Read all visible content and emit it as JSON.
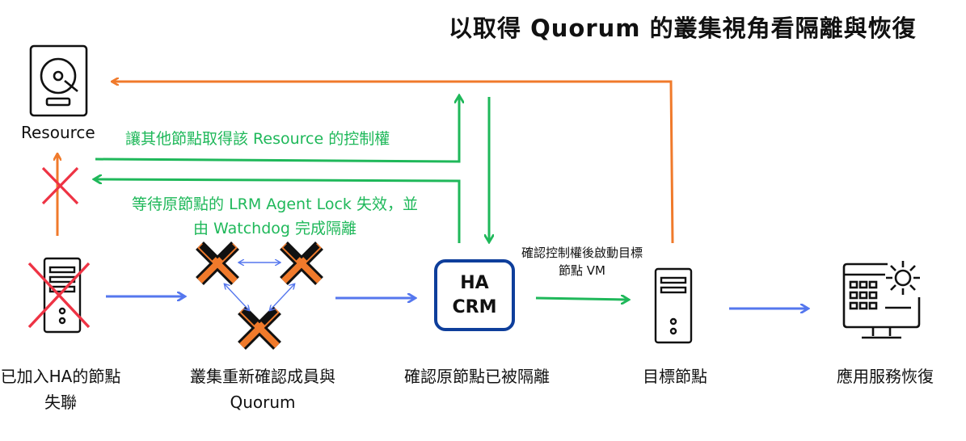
{
  "title": "以取得 Quorum 的叢集視角看隔離與恢復",
  "resource_label": "Resource",
  "msg_transfer_control": "讓其他節點取得該 Resource 的控制權",
  "msg_wait_lock": "等待原節點的 LRM Agent Lock 失效，並由 Watchdog 完成隔離",
  "msg_confirm_start": "確認控制權後啟動目標節點 VM",
  "crm": {
    "line1": "HA",
    "line2": "CRM"
  },
  "stages": [
    "已加入HA的節點失聯",
    "叢集重新確認成員與 Quorum",
    "確認原節點已被隔離",
    "目標節點",
    "應用服務恢復"
  ],
  "colors": {
    "orange": "#f07a2b",
    "green": "#1fb85a",
    "blue": "#5577ee",
    "red": "#ee3344",
    "navy": "#0e3e9b"
  },
  "icons": [
    "hard-drive-icon",
    "server-icon",
    "proxmox-icon",
    "dashboard-gear-icon"
  ]
}
